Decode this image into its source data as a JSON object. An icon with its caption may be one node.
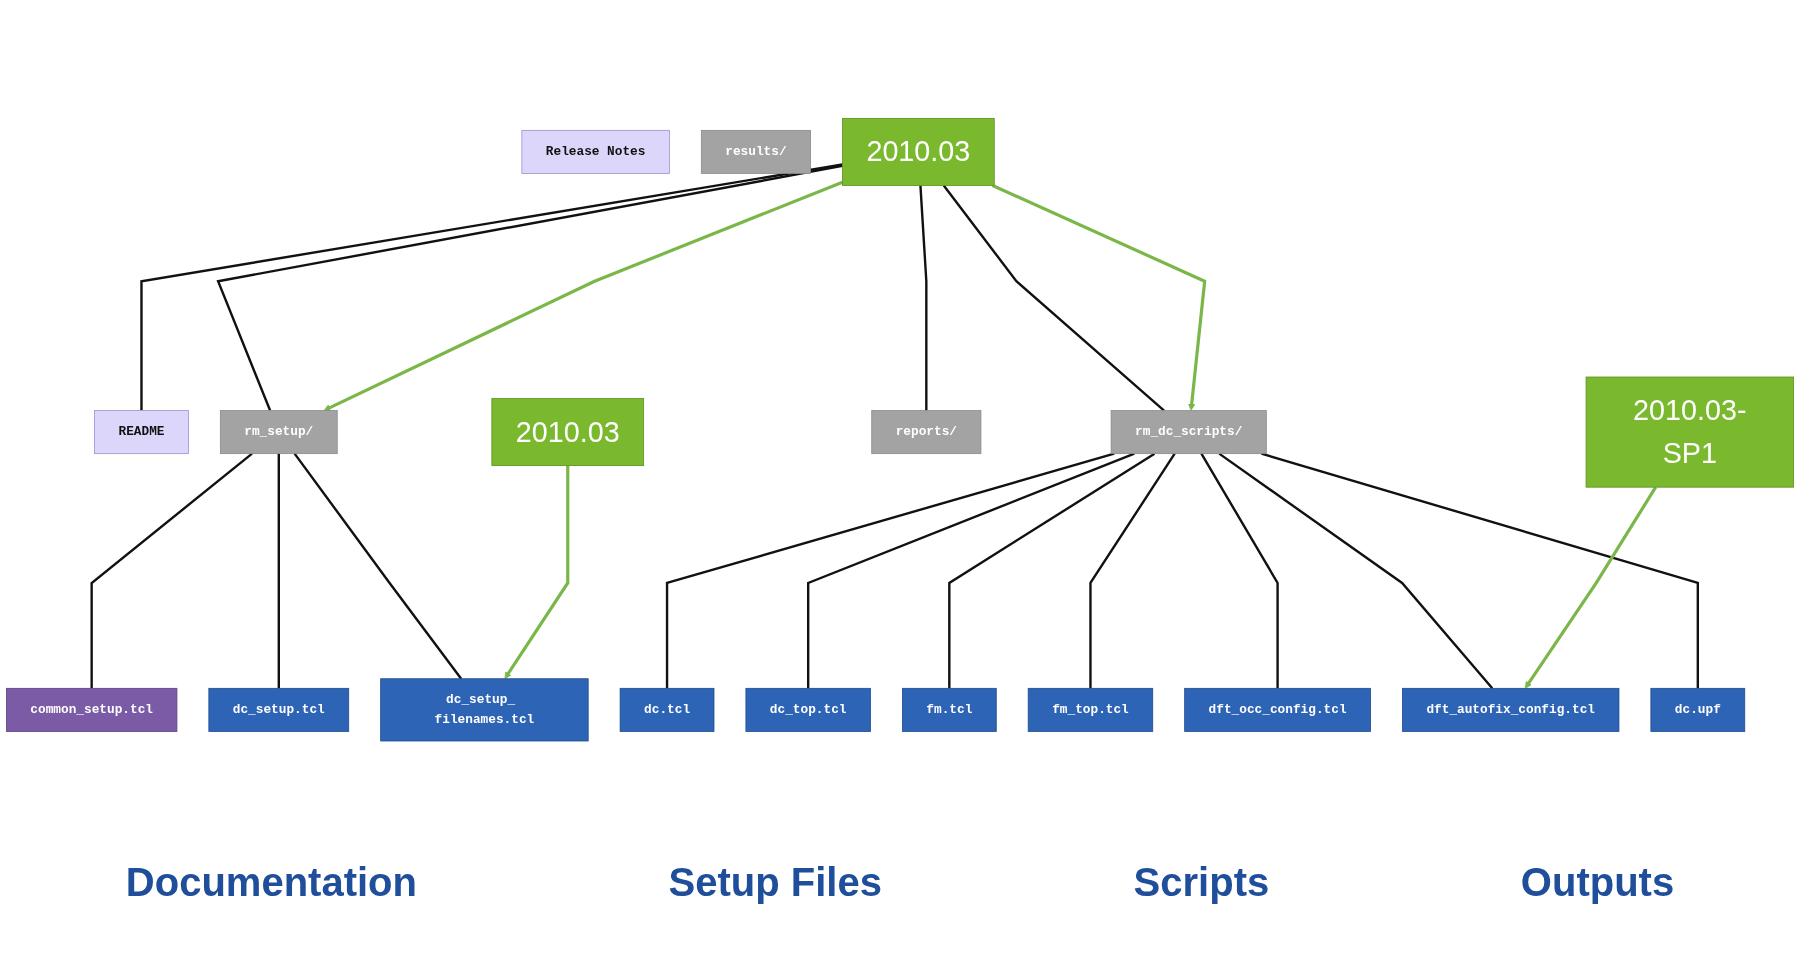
{
  "diagram": {
    "nodes": [
      {
        "text": [
          "2010.03"
        ]
      },
      {
        "text": [
          "README"
        ]
      },
      {
        "text": [
          "Release Notes"
        ]
      },
      {
        "text": [
          "rm_setup/"
        ]
      },
      {
        "text": [
          "common_setup.tcl"
        ]
      },
      {
        "text": [
          "dc_setup.tcl"
        ]
      },
      {
        "text": [
          "dc_setup_ filenames.tcl"
        ]
      },
      {
        "text": [
          "rm_dc_scripts/"
        ]
      },
      {
        "text": [
          "dc.tcl"
        ]
      },
      {
        "text": [
          "dc_top.tcl"
        ]
      },
      {
        "text": [
          "fm.tcl"
        ]
      },
      {
        "text": [
          "fm_top.tcl"
        ]
      },
      {
        "text": [
          "dft_occ_config.tcl"
        ]
      },
      {
        "text": [
          "dft_autofix_config.tcl"
        ]
      },
      {
        "text": [
          "dc.upf"
        ]
      },
      {
        "text": [
          "reports/"
        ]
      },
      {
        "text": [
          "results/"
        ]
      },
      {
        "text": [
          "2010.03"
        ]
      },
      {
        "text": [
          "2010.03-SP1"
        ]
      }
    ],
    "edges": [
      {
        "from": 0,
        "to": 1,
        "arrow": "none"
      },
      {
        "from": 0,
        "to": 3,
        "arrow": "none"
      },
      {
        "from": 0,
        "to": 7,
        "arrow": "none"
      },
      {
        "from": 0,
        "to": 15,
        "arrow": "none"
      },
      {
        "from": 0,
        "to": 3,
        "arrow": "to",
        "color": "#7ab648"
      },
      {
        "from": 0,
        "to": 7,
        "arrow": "to",
        "color": "#7ab648"
      },
      {
        "from": 3,
        "to": 4,
        "arrow": "none"
      },
      {
        "from": 3,
        "to": 5,
        "arrow": "none"
      },
      {
        "from": 3,
        "to": 6,
        "arrow": "none"
      },
      {
        "from": 7,
        "to": 8,
        "arrow": "none"
      },
      {
        "from": 7,
        "to": 9,
        "arrow": "none"
      },
      {
        "from": 7,
        "to": 10,
        "arrow": "none"
      },
      {
        "from": 7,
        "to": 11,
        "arrow": "none"
      },
      {
        "from": 7,
        "to": 12,
        "arrow": "none"
      },
      {
        "from": 7,
        "to": 13,
        "arrow": "none"
      },
      {
        "from": 7,
        "to": 14,
        "arrow": "none"
      },
      {
        "from": 17,
        "to": 6,
        "arrow": "to",
        "color": "#7ab648"
      },
      {
        "from": 18,
        "to": 13,
        "arrow": "to",
        "color": "#7ab648"
      }
    ],
    "labels": [
      "Documentation",
      "Setup Files",
      "Scripts",
      "Outputs"
    ]
  }
}
